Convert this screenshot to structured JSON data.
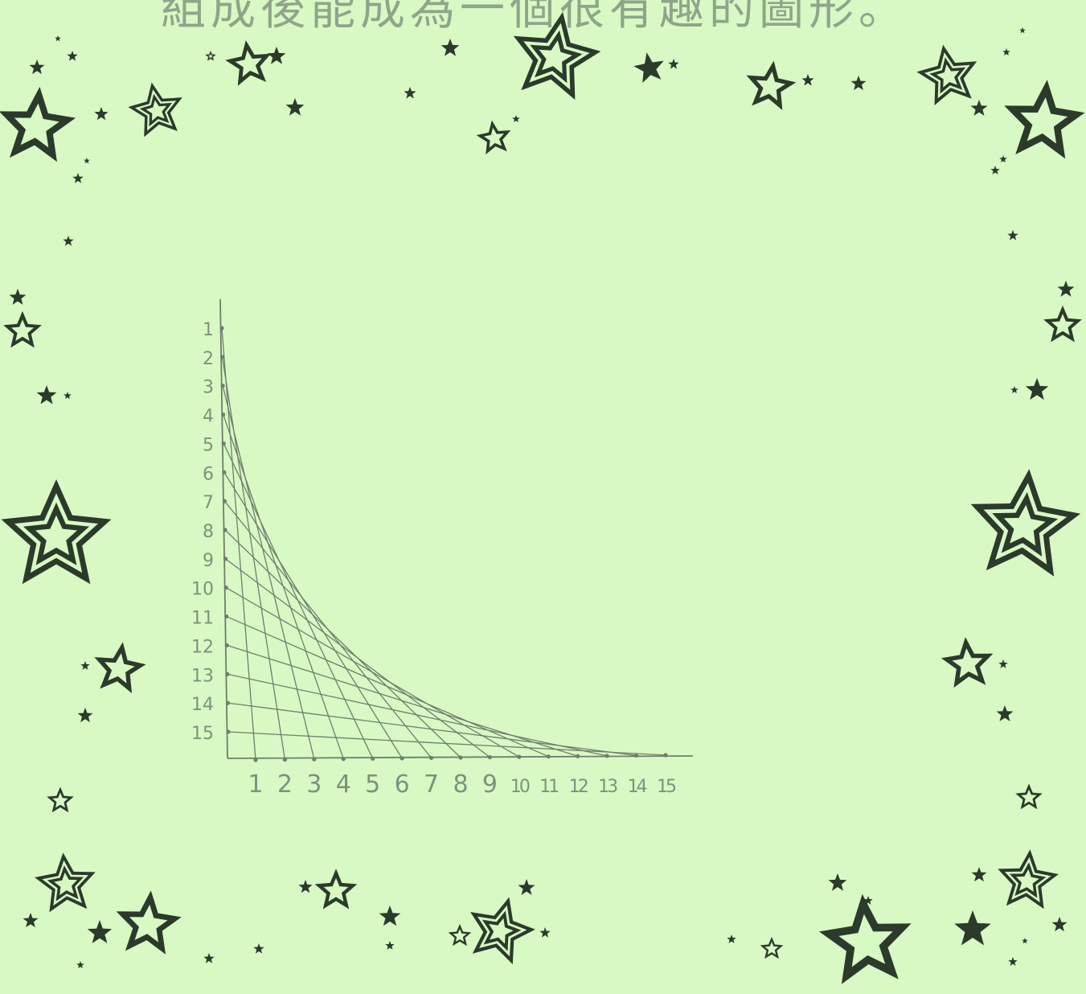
{
  "title_text": "組成後能成為一個很有趣的圖形。",
  "colors": {
    "background": "#d8f9c4",
    "star": "#2c3a2c",
    "pencil": "#6f7e6c",
    "label": "#7f917c"
  },
  "diagram": {
    "points_per_axis": 15,
    "y_labels": [
      "1",
      "2",
      "3",
      "4",
      "5",
      "6",
      "7",
      "8",
      "9",
      "10",
      "11",
      "12",
      "13",
      "14",
      "15"
    ],
    "x_labels": [
      "1",
      "2",
      "3",
      "4",
      "5",
      "6",
      "7",
      "8",
      "9",
      "10",
      "11",
      "12",
      "13",
      "14",
      "15"
    ],
    "rule": "connect y-axis point n to x-axis point n"
  }
}
